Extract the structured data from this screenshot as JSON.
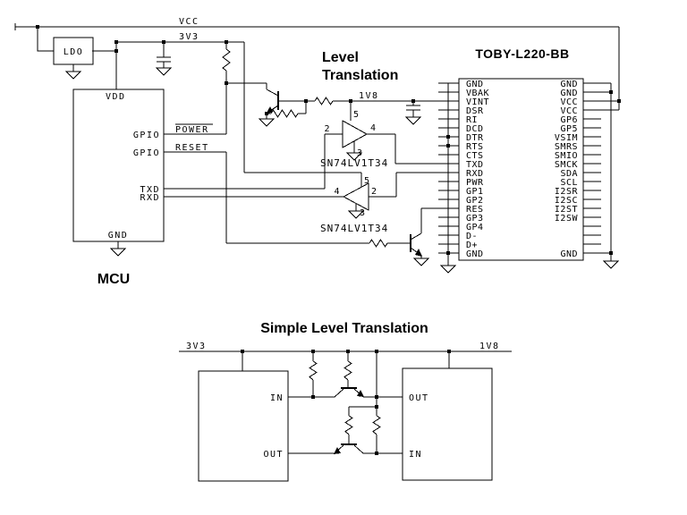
{
  "colors": {
    "background": "#ffffff",
    "line": "#000000"
  },
  "top_circuit": {
    "rail_vcc_label": "VCC",
    "rail_3v3_label": "3V3",
    "rail_1v8_label": "1V8",
    "ldo_label": "LDO",
    "net_power_label": "POWER",
    "net_reset_label": "RESET",
    "section_title_line1": "Level",
    "section_title_line2": "Translation",
    "mcu": {
      "title": "MCU",
      "pin_vdd": "VDD",
      "pin_gnd": "GND",
      "pin_gpio_a": "GPIO",
      "pin_gpio_b": "GPIO",
      "pin_txd": "TXD",
      "pin_rxd": "RXD"
    },
    "buffer1": {
      "part": "SN74LV1T34",
      "pin_in": "2",
      "pin_out": "4",
      "pin_vcc": "5",
      "pin_gnd": "3"
    },
    "buffer2": {
      "part": "SN74LV1T34",
      "pin_in": "2",
      "pin_out": "4",
      "pin_vcc": "5",
      "pin_gnd": "3"
    },
    "module": {
      "title": "TOBY-L220-BB",
      "left_pins": [
        "GND",
        "VBAK",
        "VINT",
        "DSR",
        "RI",
        "DCD",
        "DTR",
        "RTS",
        "CTS",
        "TXD",
        "RXD",
        "PWR",
        "GP1",
        "GP2",
        "RES",
        "GP3",
        "GP4",
        "D-",
        "D+",
        "GND"
      ],
      "right_pins": [
        "GND",
        "GND",
        "VCC",
        "VCC",
        "GP6",
        "GP5",
        "VSIM",
        "SMRS",
        "SMIO",
        "SMCK",
        "SDA",
        "SCL",
        "I2SR",
        "I2SC",
        "I2ST",
        "I2SW",
        "",
        "",
        "",
        "GND"
      ]
    }
  },
  "bottom_circuit": {
    "title": "Simple Level Translation",
    "rail_3v3_label": "3V3",
    "rail_1v8_label": "1V8",
    "left_box": {
      "pin_in": "IN",
      "pin_out": "OUT"
    },
    "right_box": {
      "pin_out": "OUT",
      "pin_in": "IN"
    }
  }
}
